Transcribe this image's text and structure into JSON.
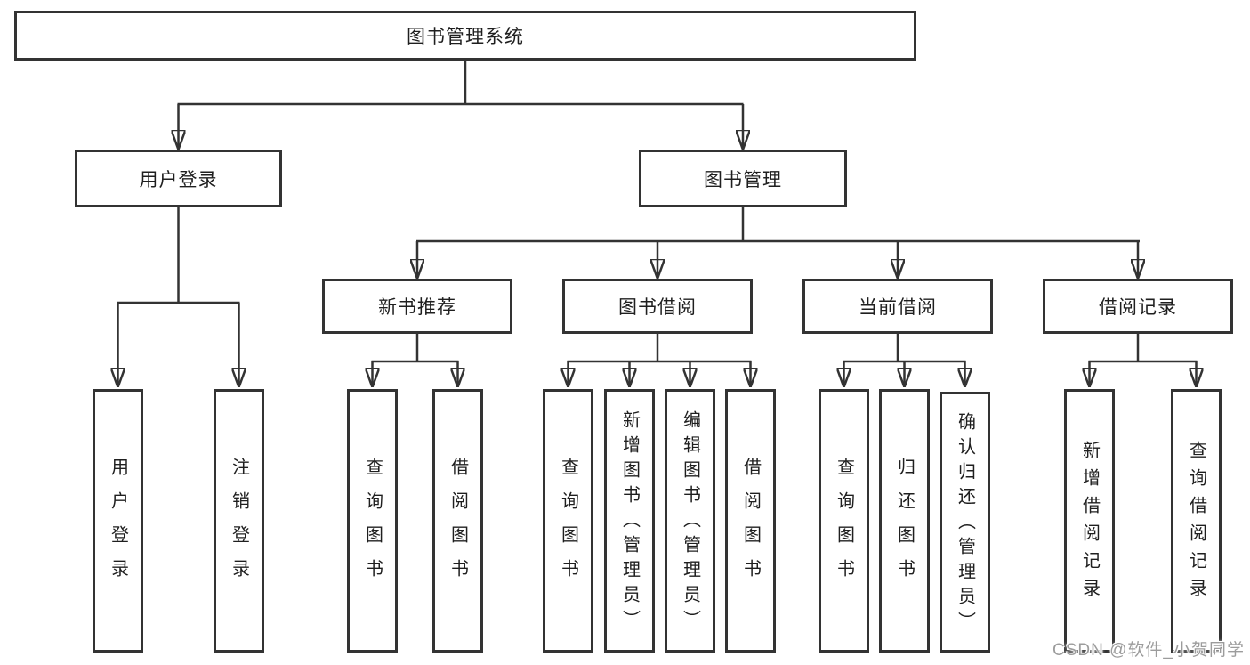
{
  "diagram_title": "图书管理系统",
  "tree": {
    "label": "图书管理系统",
    "children": [
      {
        "label": "用户登录",
        "children": [
          {
            "label": "用户登录"
          },
          {
            "label": "注销登录"
          }
        ]
      },
      {
        "label": "图书管理",
        "children": [
          {
            "label": "新书推荐",
            "children": [
              {
                "label": "查询图书"
              },
              {
                "label": "借阅图书"
              }
            ]
          },
          {
            "label": "图书借阅",
            "children": [
              {
                "label": "查询图书"
              },
              {
                "label": "新增图书（管理员）"
              },
              {
                "label": "编辑图书（管理员）"
              },
              {
                "label": "借阅图书"
              }
            ]
          },
          {
            "label": "当前借阅",
            "children": [
              {
                "label": "查询图书"
              },
              {
                "label": "归还图书"
              },
              {
                "label": "确认归还（管理员）"
              }
            ]
          },
          {
            "label": "借阅记录",
            "children": [
              {
                "label": "新增借阅记录"
              },
              {
                "label": "查询借阅记录"
              }
            ]
          }
        ]
      }
    ]
  },
  "watermark": {
    "text": "CSDN @软件_小贺同学"
  },
  "colors": {
    "background": "#ffffff",
    "line": "#333333",
    "box_border": "#333333",
    "text": "#1f1f1f",
    "watermark": "#9c9c9c"
  }
}
